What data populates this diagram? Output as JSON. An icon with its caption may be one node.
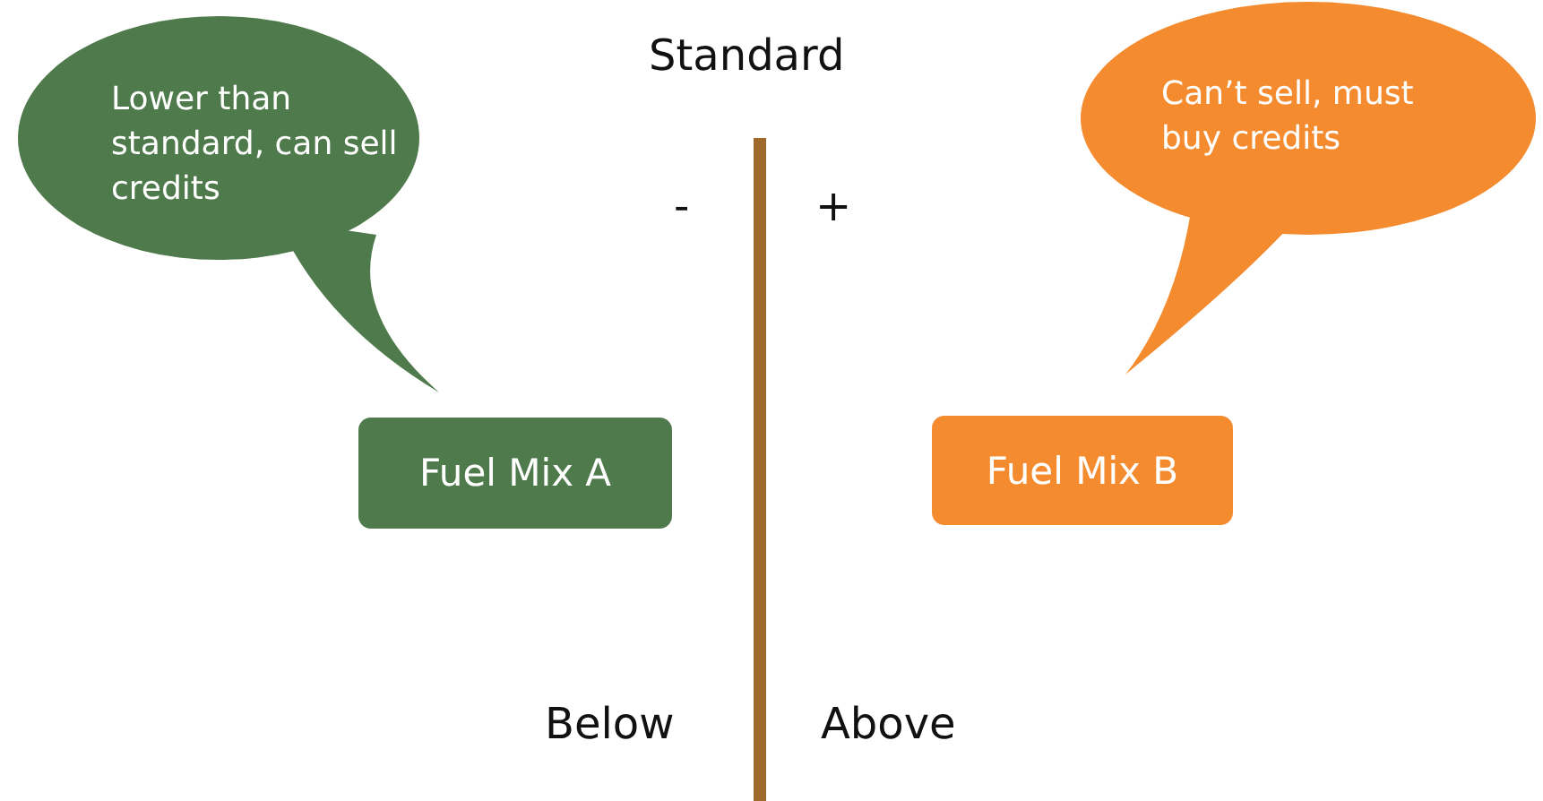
{
  "diagram": {
    "nodes": [
      {
        "text": [
          "Lower than standard, can sell credits"
        ]
      },
      {
        "text": [
          "Can’t sell, must buy credits"
        ]
      },
      {
        "text": [
          "Fuel Mix A"
        ]
      },
      {
        "text": [
          "Fuel Mix B"
        ]
      }
    ],
    "labels": [
      "Standard",
      "-",
      "+",
      "Below",
      "Above"
    ]
  }
}
